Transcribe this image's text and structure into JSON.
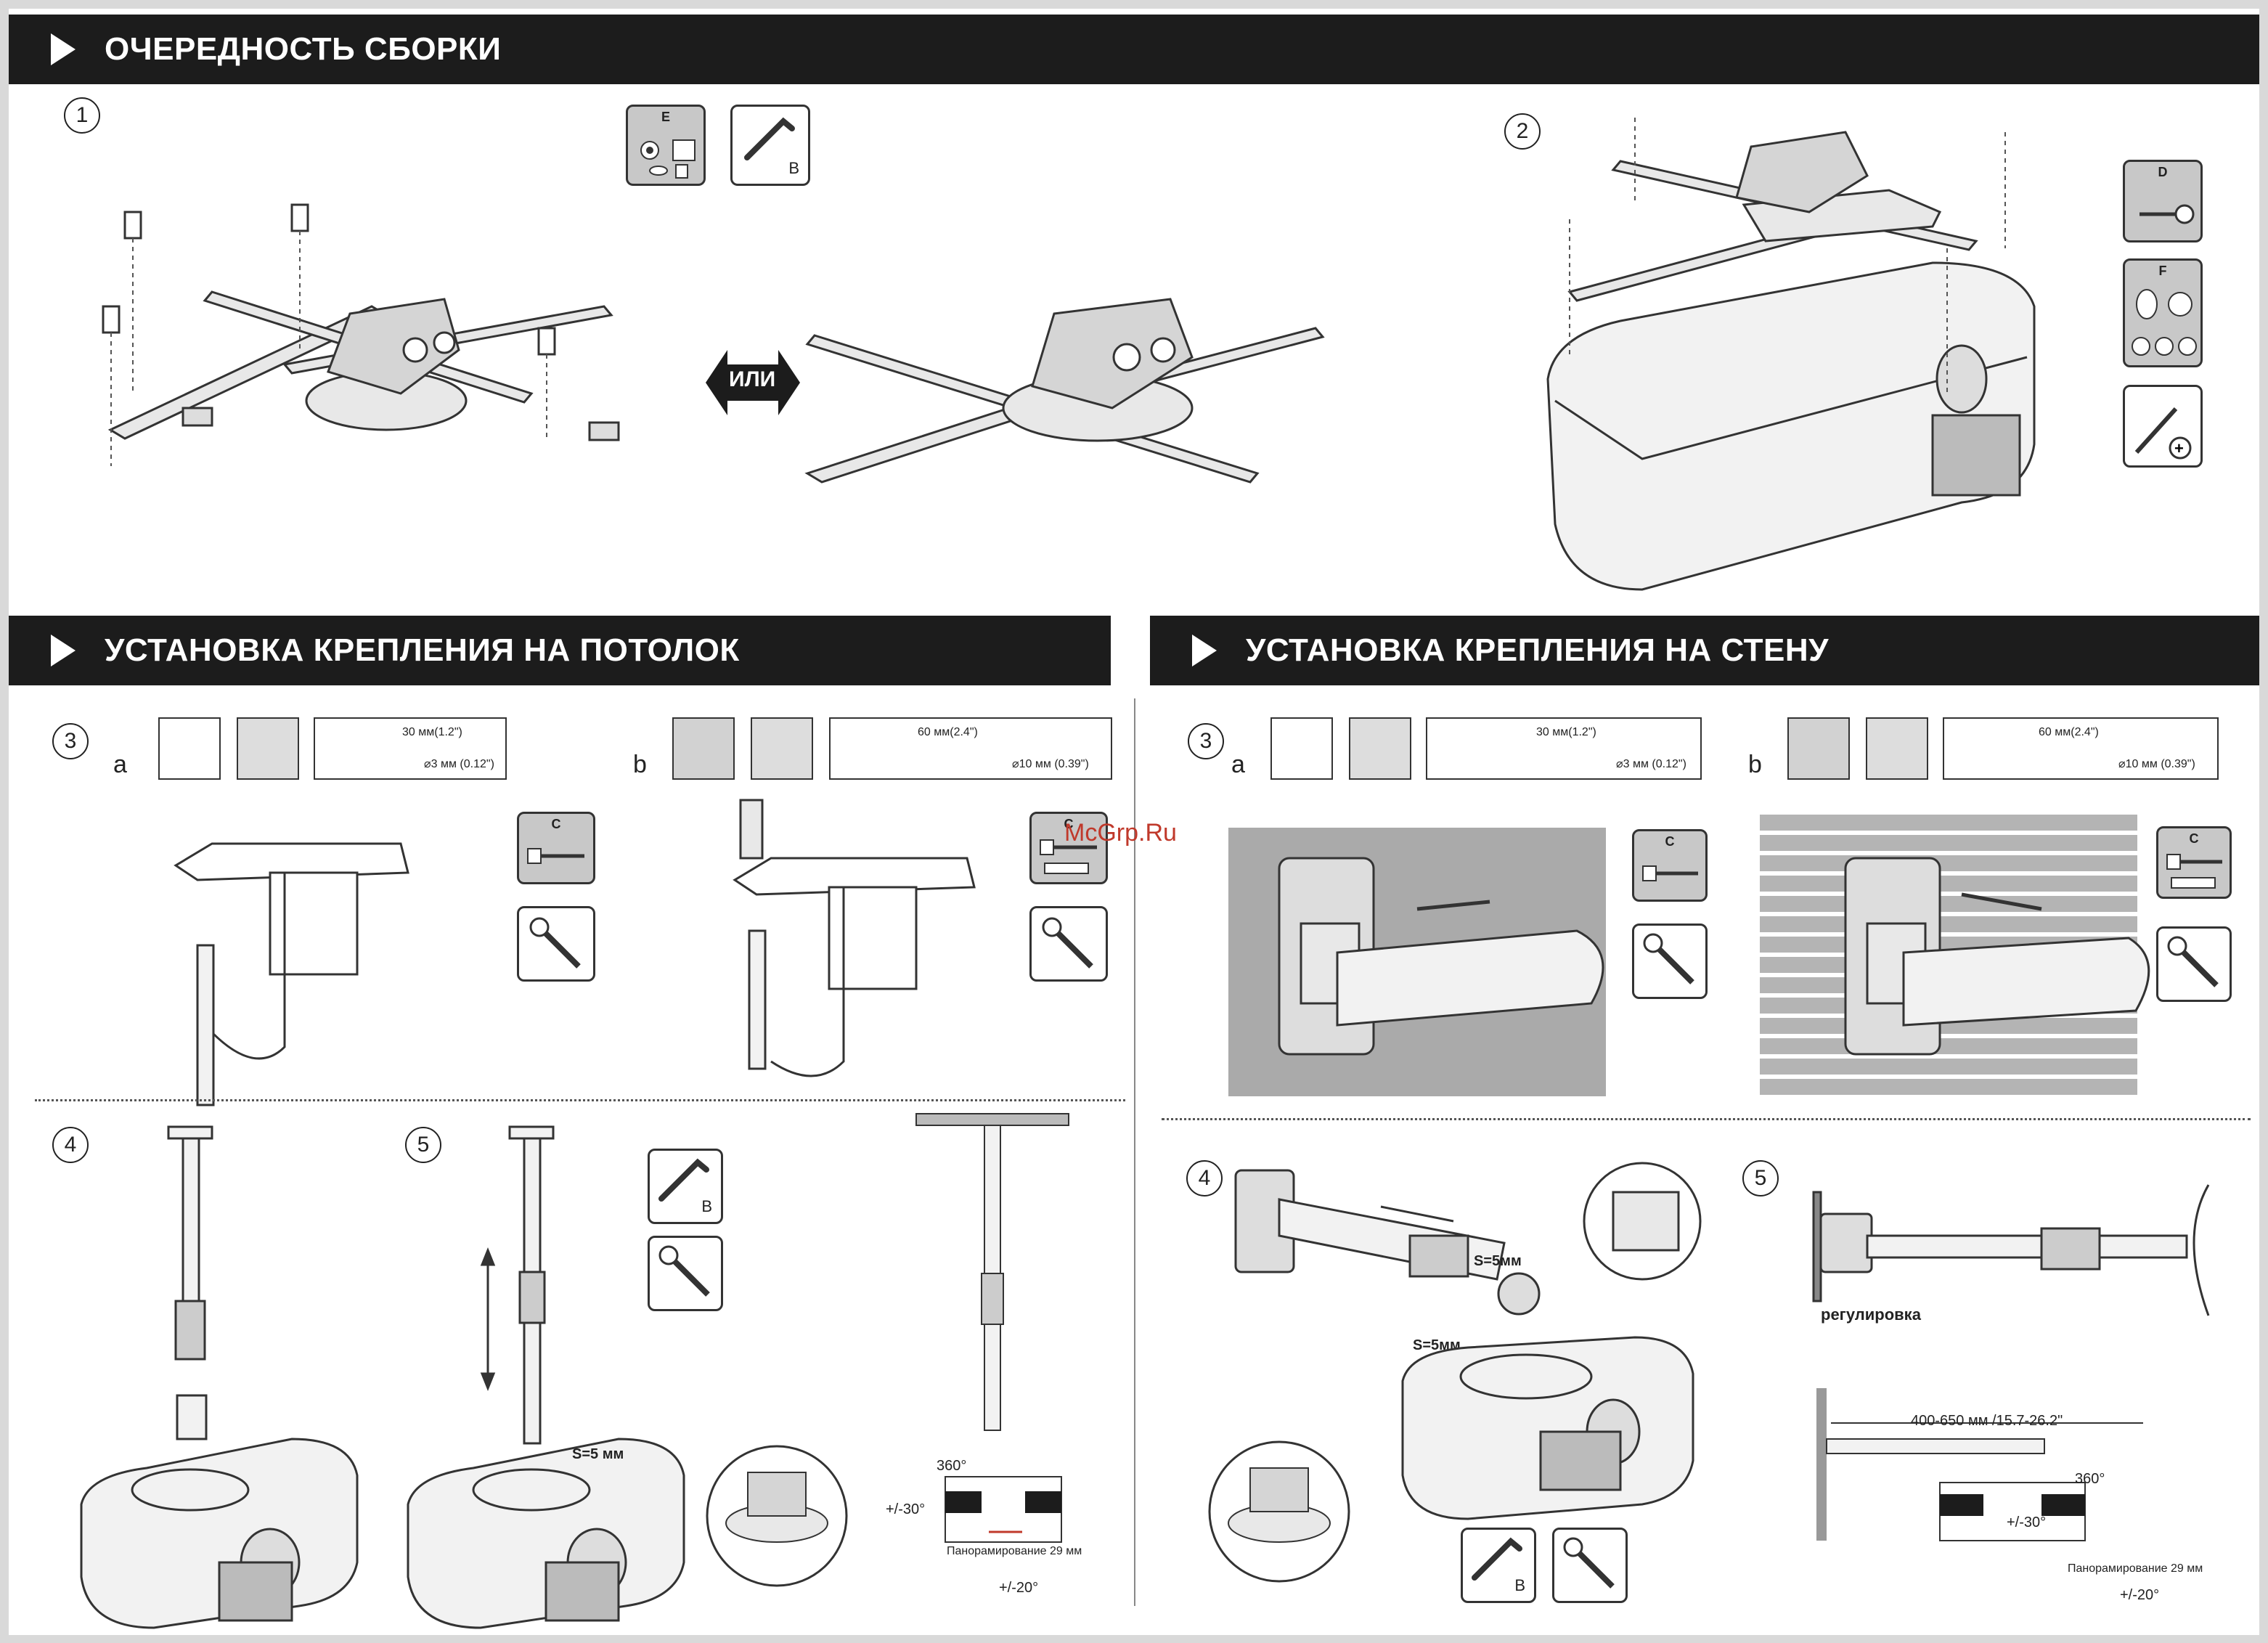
{
  "sections": {
    "assembly_title": "ОЧЕРЕДНОСТЬ СБОРКИ",
    "ceiling_title": "УСТАНОВКА КРЕПЛЕНИЯ НА ПОТОЛОК",
    "wall_title": "УСТАНОВКА КРЕПЛЕНИЯ НА СТЕНУ"
  },
  "steps": {
    "s1": "1",
    "s2": "2",
    "s3": "3",
    "s4": "4",
    "s5": "5"
  },
  "variants": {
    "a": "a",
    "b": "b"
  },
  "or_label": "ИЛИ",
  "parts": {
    "B": "B",
    "C": "C",
    "D": "D",
    "E": "E",
    "F": "F"
  },
  "drill": {
    "wood_depth": "30 мм(1.2\")",
    "wood_diameter": "⌀3 мм (0.12\")",
    "brick_depth": "60 мм(2.4\")",
    "brick_diameter": "⌀10 мм (0.39\")"
  },
  "labels": {
    "s5mm": "S=5 мм",
    "s5mm_wall": "S=5мм",
    "rotation": "360°",
    "tilt": "+/-30°",
    "pan": "Панорамирование 29 мм",
    "swivel": "+/-20°",
    "adjust": "регулировка",
    "length": "400-650 мм /15.7-26.2\""
  },
  "watermark": "McGrp.Ru"
}
